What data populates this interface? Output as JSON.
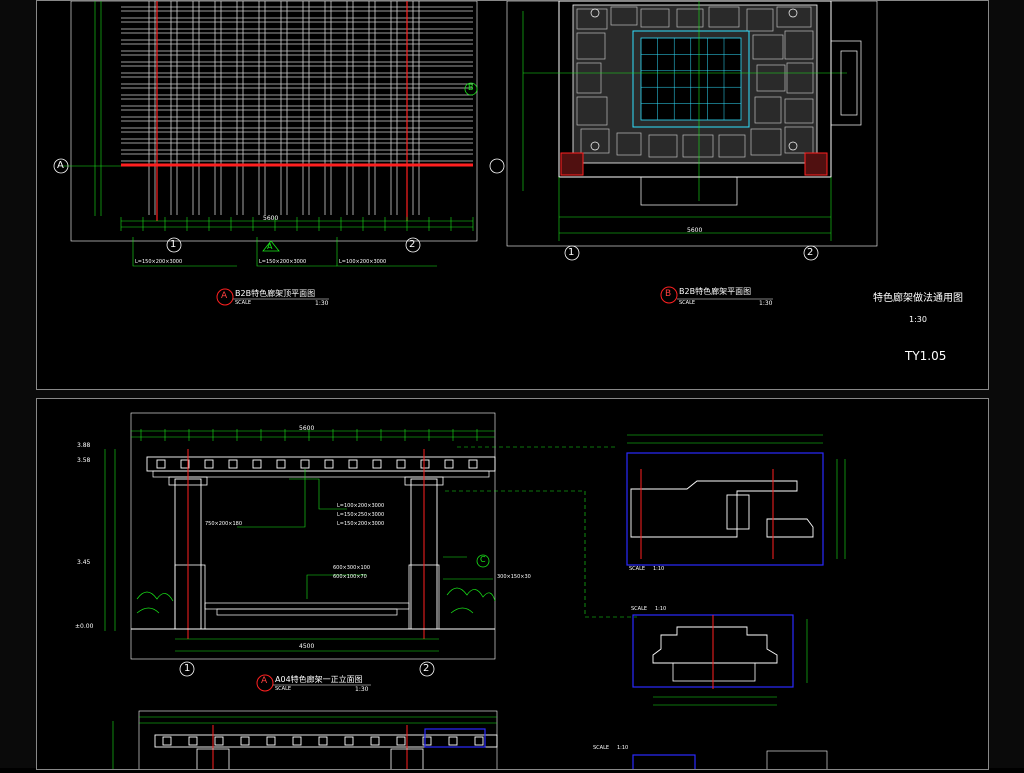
{
  "colors": {
    "background": "#000000",
    "line_white": "#ffffff",
    "line_green": "#19e619",
    "line_red": "#ff2020",
    "line_cyan": "#30e0ff",
    "line_blue": "#2a2aff",
    "line_yellow": "#e6e600",
    "text_white": "#ffffff"
  },
  "top_sheet": {
    "plan_a": {
      "marker": "A",
      "title": "B2B特色廊架顶平面图",
      "scale_label": "SCALE",
      "scale": "1:30",
      "axis_left": "A",
      "axis_1": "1",
      "axis_2": "2",
      "axis_up": "A",
      "note1": "L=150×200×3000",
      "note2": "L=150×200×3000",
      "note3": "L=100×200×3000",
      "dim_total": "5600",
      "side_marker": "B"
    },
    "plan_b": {
      "marker": "B",
      "title": "B2B特色廊架平面图",
      "scale_label": "SCALE",
      "scale": "1:30",
      "axis_1": "1",
      "axis_2": "2",
      "dim_total": "5600"
    },
    "sheet_title": "特色廊架做法通用图",
    "sheet_scale": "1:30",
    "sheet_number": "TY1.05"
  },
  "bottom_sheet": {
    "elevation": {
      "marker": "A",
      "title": "A04特色廊架一正立面图",
      "scale_label": "SCALE",
      "scale": "1:30",
      "axis_1": "1",
      "axis_2": "2",
      "dim_total": "5600",
      "dim_bottom": "4500",
      "level_1": "3.88",
      "level_2": "3.58",
      "level_3": "3.45",
      "level_4": "±0.00",
      "note1": "L=100×200×3000",
      "note2": "L=150×250×3000",
      "note3": "L=150×200×3000",
      "note4": "750×200×180",
      "note5": "600×300×100",
      "note6": "600×100×70",
      "note7": "300×150×30",
      "callout": "C"
    },
    "detail_1": {
      "scale_label": "SCALE",
      "scale": "1:10"
    },
    "detail_2": {
      "scale_label": "SCALE",
      "scale": "1:10"
    },
    "detail_3": {
      "scale_label": "SCALE",
      "scale": "1:10"
    }
  }
}
